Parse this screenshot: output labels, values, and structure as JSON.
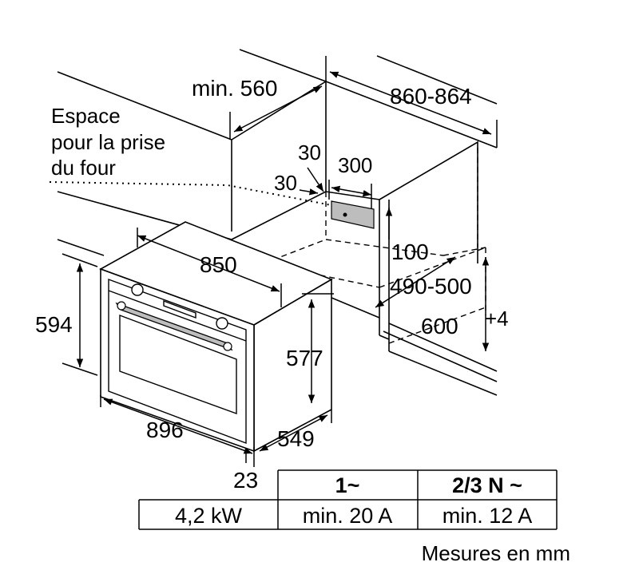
{
  "labels": {
    "space_note_line1": "Espace",
    "space_note_line2": "pour la prise",
    "space_note_line3": "du four",
    "niche_depth_min": "min. 560",
    "niche_width": "860-864",
    "gap_top_30a": "30",
    "gap_top_30b": "30",
    "socket_width": "300",
    "socket_height": "100",
    "oven_top_width": "850",
    "niche_depth": "490-500",
    "niche_height": "600",
    "niche_height_tol": "+4",
    "oven_height": "594",
    "oven_body_height": "577",
    "oven_front_width": "896",
    "oven_depth": "549",
    "front_thickness": "23"
  },
  "table": {
    "headers": [
      "",
      "1~",
      "2/3 N ~"
    ],
    "rows": [
      [
        "4,2 kW",
        "min. 20 A",
        "min. 12 A"
      ]
    ]
  },
  "units_note": "Mesures en mm"
}
